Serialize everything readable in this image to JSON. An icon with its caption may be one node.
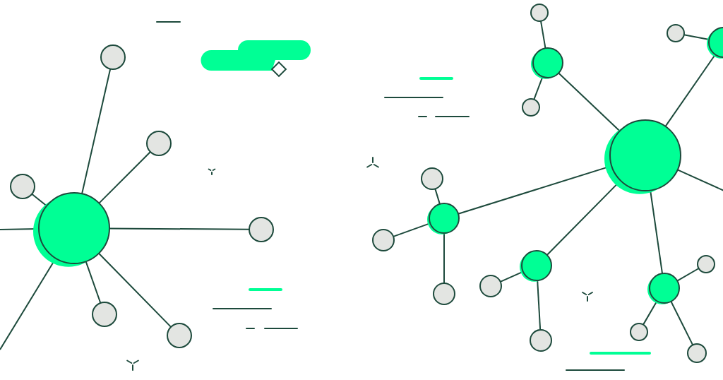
{
  "diagram": {
    "nodes": [
      {
        "text": [],
        "shape": "circle"
      },
      {
        "text": [],
        "shape": "circle"
      },
      {
        "text": [],
        "shape": "circle"
      },
      {
        "text": [],
        "shape": "circle"
      },
      {
        "text": [],
        "shape": "circle"
      },
      {
        "text": [],
        "shape": "circle"
      },
      {
        "text": [],
        "shape": "circle"
      },
      {
        "text": [],
        "shape": "circle"
      },
      {
        "text": [],
        "shape": "circle"
      },
      {
        "text": [],
        "shape": "circle"
      },
      {
        "text": [],
        "shape": "circle"
      },
      {
        "text": [],
        "shape": "circle"
      },
      {
        "text": [],
        "shape": "circle"
      },
      {
        "text": [],
        "shape": "circle"
      },
      {
        "text": [],
        "shape": "circle"
      },
      {
        "text": [],
        "shape": "circle"
      },
      {
        "text": [],
        "shape": "circle"
      },
      {
        "text": [],
        "shape": "circle"
      },
      {
        "text": [],
        "shape": "circle"
      },
      {
        "text": [],
        "shape": "circle"
      },
      {
        "text": [],
        "shape": "circle"
      },
      {
        "text": [],
        "shape": "circle"
      },
      {
        "text": [],
        "shape": "circle"
      },
      {
        "text": [],
        "shape": "circle"
      }
    ],
    "edges": [
      {
        "from": 1,
        "to": 3,
        "arrow": "none"
      },
      {
        "from": 1,
        "to": 4,
        "arrow": "none"
      },
      {
        "from": 1,
        "to": 0,
        "arrow": "none"
      },
      {
        "from": 1,
        "to": 6,
        "arrow": "none"
      },
      {
        "from": 1,
        "to": 2,
        "arrow": "none"
      },
      {
        "from": 1,
        "to": 5,
        "arrow": "none"
      },
      {
        "from": 1,
        "to": null,
        "arrow": "none"
      },
      {
        "from": 1,
        "to": null,
        "arrow": "none"
      },
      {
        "from": 18,
        "to": 16,
        "arrow": "none"
      },
      {
        "from": 18,
        "to": 23,
        "arrow": "none"
      },
      {
        "from": 18,
        "to": 9,
        "arrow": "none"
      },
      {
        "from": 18,
        "to": 13,
        "arrow": "none"
      },
      {
        "from": 18,
        "to": 19,
        "arrow": "none"
      },
      {
        "from": 18,
        "to": null,
        "arrow": "none"
      },
      {
        "from": 16,
        "to": 14,
        "arrow": "none"
      },
      {
        "from": 16,
        "to": 12,
        "arrow": "none"
      },
      {
        "from": 23,
        "to": 20,
        "arrow": "none"
      },
      {
        "from": 9,
        "to": 8,
        "arrow": "none"
      },
      {
        "from": 9,
        "to": 7,
        "arrow": "none"
      },
      {
        "from": 9,
        "to": 10,
        "arrow": "none"
      },
      {
        "from": 13,
        "to": 11,
        "arrow": "none"
      },
      {
        "from": 13,
        "to": 15,
        "arrow": "none"
      },
      {
        "from": 19,
        "to": 22,
        "arrow": "none"
      },
      {
        "from": 19,
        "to": 17,
        "arrow": "none"
      },
      {
        "from": 19,
        "to": 21,
        "arrow": "none"
      }
    ]
  }
}
